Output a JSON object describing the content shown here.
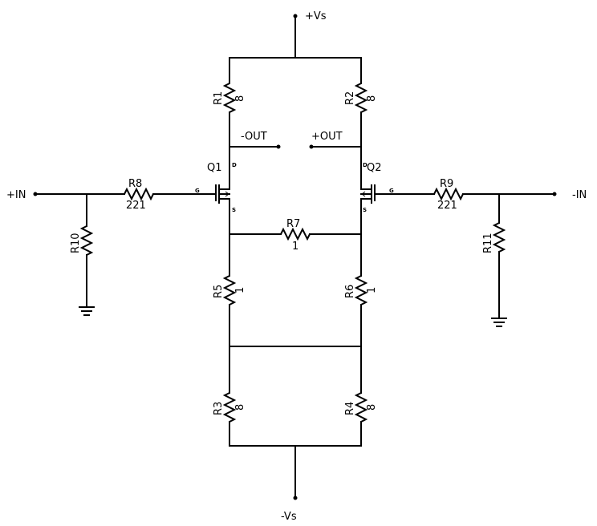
{
  "supplies": {
    "positive": "+Vs",
    "negative": "-Vs"
  },
  "inputs": {
    "positive": "+IN",
    "negative": "-IN"
  },
  "outputs": {
    "negative": "-OUT",
    "positive": "+OUT"
  },
  "transistors": {
    "q1": {
      "name": "Q1",
      "pin_d": "D",
      "pin_g": "G",
      "pin_s": "S"
    },
    "q2": {
      "name": "Q2",
      "pin_d": "D",
      "pin_g": "G",
      "pin_s": "S"
    }
  },
  "resistors": {
    "r1": {
      "name": "R1",
      "value": "8"
    },
    "r2": {
      "name": "R2",
      "value": "8"
    },
    "r3": {
      "name": "R3",
      "value": "8"
    },
    "r4": {
      "name": "R4",
      "value": "8"
    },
    "r5": {
      "name": "R5",
      "value": "1"
    },
    "r6": {
      "name": "R6",
      "value": "1"
    },
    "r7": {
      "name": "R7",
      "value": "1"
    },
    "r8": {
      "name": "R8",
      "value": "221"
    },
    "r9": {
      "name": "R9",
      "value": "221"
    },
    "r10": {
      "name": "R10",
      "value": ""
    },
    "r11": {
      "name": "R11",
      "value": ""
    }
  }
}
